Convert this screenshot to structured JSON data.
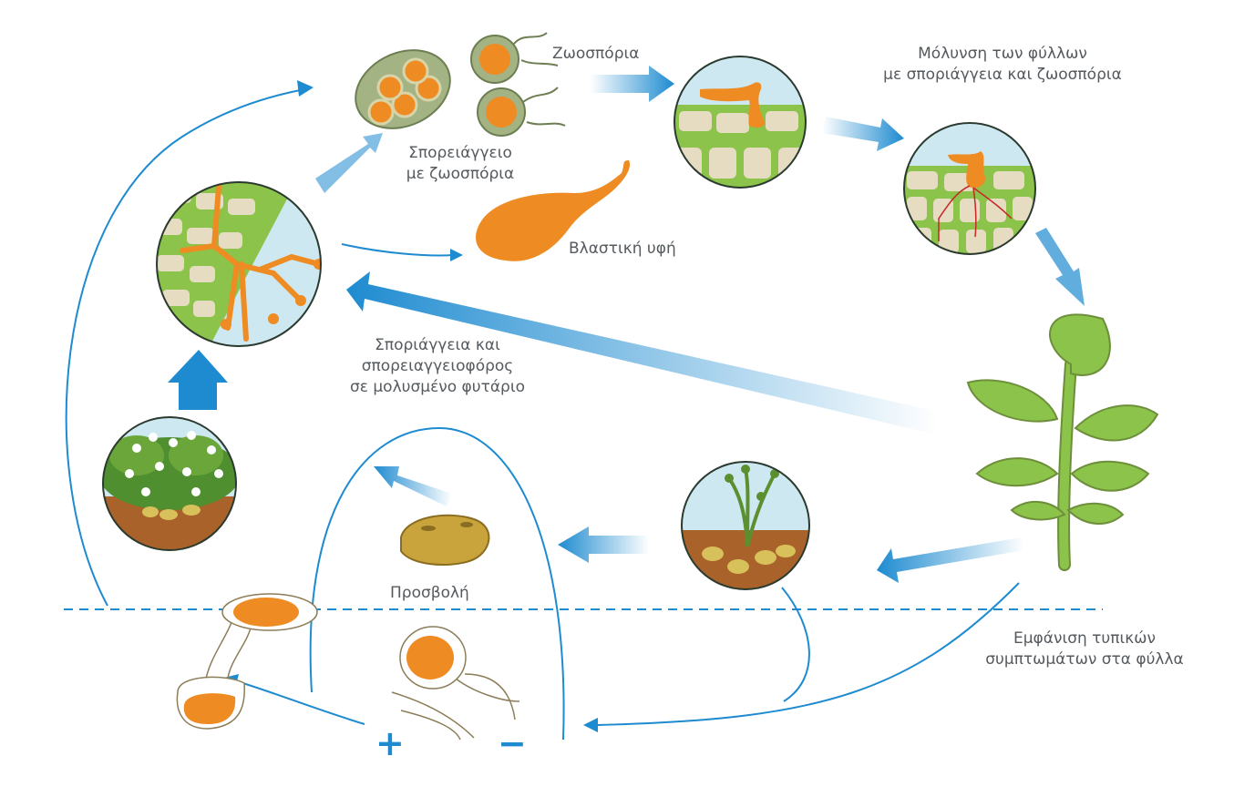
{
  "labels": {
    "zoospores": "Ζωοσπόρια",
    "leaf_infection_line1": "Μόλυνση των φύλλων",
    "leaf_infection_line2": "με σποριάγγεια και ζωοσπόρια",
    "sporangium_line1": "Σπορειάγγειο",
    "sporangium_line2": "με ζωοσπόρια",
    "germ_tube": "Βλαστική υφή",
    "sporangiophore_line1": "Σποριάγγεια και",
    "sporangiophore_line2": "σπορειαγγειοφόρος",
    "sporangiophore_line3": "σε μολυσμένο φυτάριο",
    "tuber_attack": "Προσβολή",
    "symptoms_line1": "Εμφάνιση τυπικών",
    "symptoms_line2": "συμπτωμάτων στα φύλλα"
  },
  "mating_types": {
    "plus": "+",
    "minus": "−"
  },
  "colors": {
    "arrow_blue": "#1e8bd0",
    "pathogen_orange": "#ee8b22",
    "leaf_green": "#8cc34a",
    "cell_beige": "#e6dcc2",
    "soil_brown": "#a9622a",
    "sky_blue": "#cde8f0",
    "text_gray": "#555a5e"
  }
}
